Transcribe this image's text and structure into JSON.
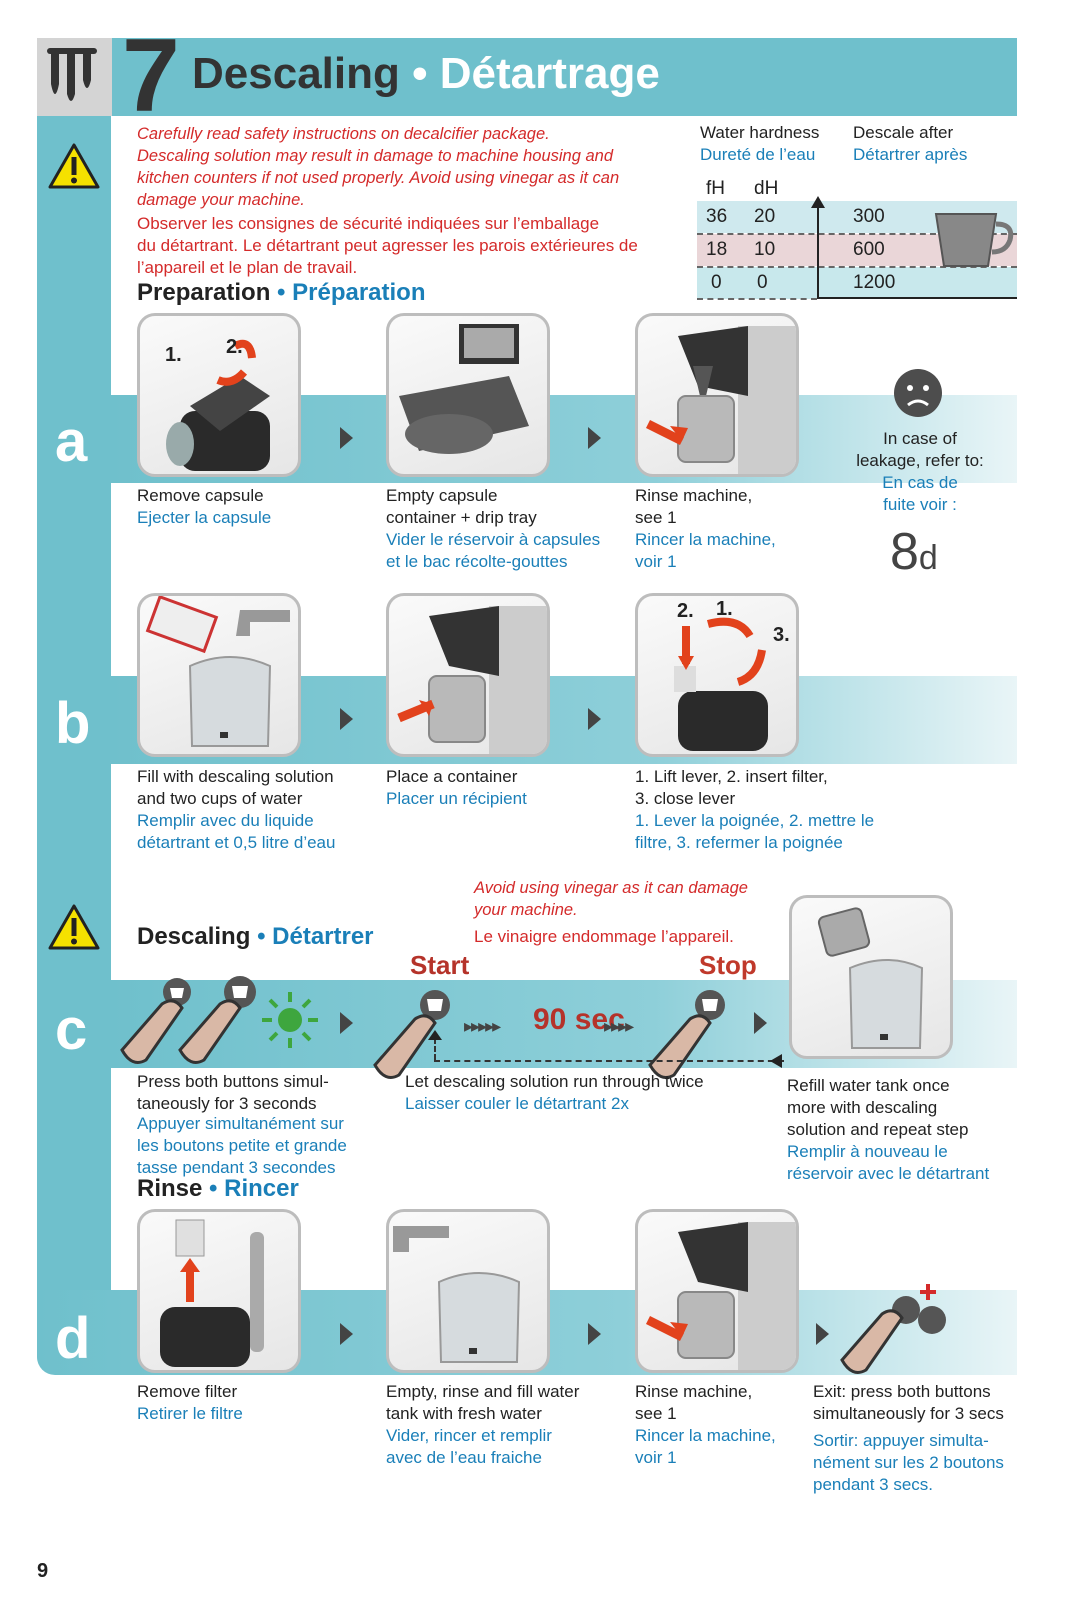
{
  "header": {
    "chapter_number": "7",
    "title_en": "Descaling",
    "separator": "•",
    "title_fr": "Détartrage"
  },
  "warning": {
    "en_lines": [
      "Carefully read safety instructions on decalcifier package.",
      "Descaling solution may result in damage to machine housing and",
      "kitchen counters if not used properly. Avoid using vinegar as it can",
      "damage your machine."
    ],
    "fr_lines": [
      "Observer les consignes de sécurité indiquées sur l’emballage",
      "du détartrant. Le détartrant peut agresser les parois extérieures de",
      "l’appareil et le plan de travail."
    ]
  },
  "hardness_table": {
    "col1_en": "Water hardness",
    "col1_fr": "Dureté de l’eau",
    "col2_en": "Descale after",
    "col2_fr": "Détartrer après",
    "unit1": "fH",
    "unit2": "dH",
    "rows": [
      {
        "fh": "36",
        "dh": "20",
        "after": "300"
      },
      {
        "fh": "18",
        "dh": "10",
        "after": "600"
      },
      {
        "fh": "0",
        "dh": "0",
        "after": "1200"
      }
    ]
  },
  "sections": {
    "preparation": {
      "en": "Preparation",
      "sep": "•",
      "fr": "Préparation"
    },
    "descaling": {
      "en": "Descaling",
      "sep": "•",
      "fr": "Détartrer"
    },
    "rinse": {
      "en": "Rinse",
      "sep": "•",
      "fr": "Rincer"
    }
  },
  "row_a": {
    "letter": "a",
    "step1": {
      "num1": "1.",
      "num2": "2.",
      "en": "Remove capsule",
      "fr": "Ejecter la capsule"
    },
    "step2": {
      "en1": "Empty capsule",
      "en2": "container + drip tray",
      "fr1": "Vider le réservoir à capsules",
      "fr2": "et le bac récolte-gouttes"
    },
    "step3": {
      "en1": "Rinse machine,",
      "en2": "see 1",
      "fr1": "Rincer la machine,",
      "fr2": "voir 1"
    },
    "leak": {
      "en1": "In case of",
      "en2": "leakage, refer to:",
      "fr1": "En cas de",
      "fr2": "fuite voir :",
      "ref_num": "8",
      "ref_letter": "d"
    }
  },
  "row_b": {
    "letter": "b",
    "step1": {
      "en1": "Fill with descaling solution",
      "en2": "and two cups of water",
      "fr1": "Remplir avec du liquide",
      "fr2": "détartrant et 0,5 litre d’eau"
    },
    "step2": {
      "en": "Place a container",
      "fr": "Placer un récipient"
    },
    "step3": {
      "num1": "1.",
      "num2": "2.",
      "num3": "3.",
      "en1": "1. Lift lever, 2. insert filter,",
      "en2": "3. close lever",
      "fr1": "1. Lever la poignée, 2. mettre le",
      "fr2": "filtre, 3. refermer la poignée"
    }
  },
  "row_c": {
    "letter": "c",
    "vinegar_en1": "Avoid using vinegar as it can damage",
    "vinegar_en2": "your machine.",
    "vinegar_fr": "Le vinaigre endommage l’appareil.",
    "start": "Start",
    "stop": "Stop",
    "duration": "90 sec",
    "step1": {
      "en1": "Press both buttons simul-",
      "en2": "taneously for 3 seconds",
      "fr1": "Appuyer simultanément sur",
      "fr2": "les boutons petite et grande",
      "fr3": "tasse pendant 3 secondes"
    },
    "step2": {
      "en": "Let descaling solution run through twice",
      "fr": "Laisser couler le détartrant 2x"
    },
    "step3": {
      "en1": "Refill water tank once",
      "en2": "more with descaling",
      "en3": "solution and repeat step",
      "fr1": "Remplir à nouveau le",
      "fr2": "réservoir avec le détartrant"
    }
  },
  "row_d": {
    "letter": "d",
    "step1": {
      "en": "Remove filter",
      "fr": "Retirer le filtre"
    },
    "step2": {
      "en1": "Empty, rinse and fill water",
      "en2": "tank with fresh water",
      "fr1": "Vider, rincer et remplir",
      "fr2": "avec de l’eau fraiche"
    },
    "step3": {
      "en1": "Rinse machine,",
      "en2": "see 1",
      "fr1": "Rincer la machine,",
      "fr2": "voir 1"
    },
    "step4": {
      "en1": "Exit: press both buttons",
      "en2": "simultaneously for 3 secs",
      "fr1": "Sortir: appuyer simulta-",
      "fr2": "nément sur les 2 boutons",
      "fr3": "pendant 3 secs."
    }
  },
  "page_number": "9",
  "colors": {
    "teal": "#6fc0cc",
    "blue_text": "#1a7fb8",
    "red_text": "#d42a2a",
    "stop_red": "#c0392b",
    "start_red": "#b5332a"
  }
}
